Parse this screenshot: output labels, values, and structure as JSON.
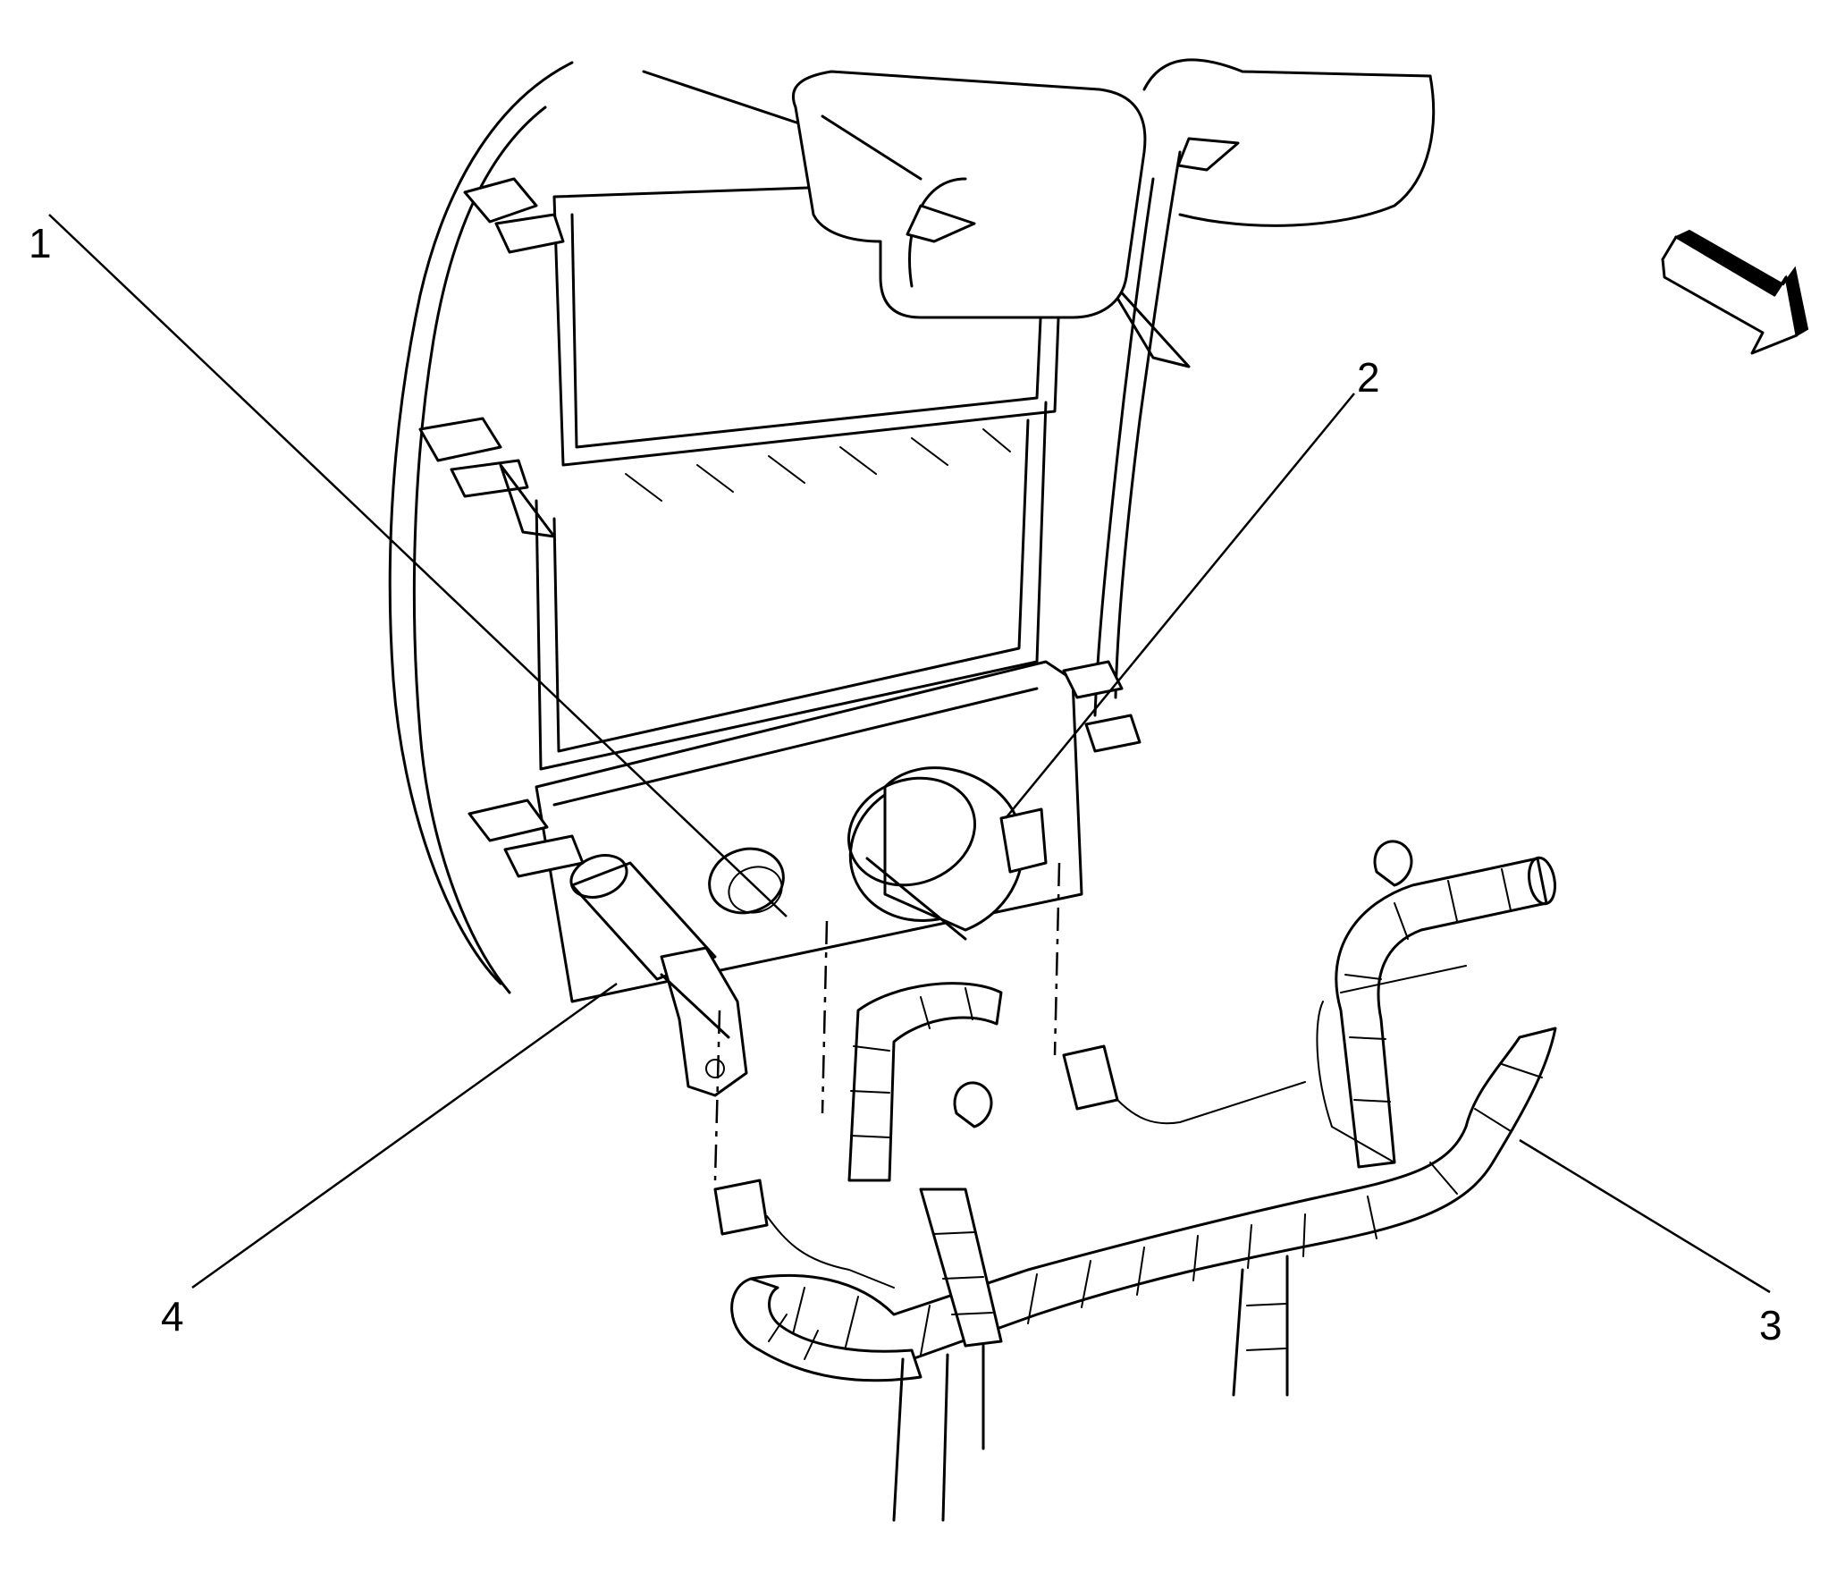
{
  "callouts": [
    {
      "id": "1",
      "label": "1"
    },
    {
      "id": "2",
      "label": "2"
    },
    {
      "id": "3",
      "label": "3"
    },
    {
      "id": "4",
      "label": "4"
    }
  ],
  "icons": {
    "view_direction": "view-direction-arrow-icon"
  },
  "colors": {
    "line": "#000000",
    "background": "#ffffff"
  }
}
